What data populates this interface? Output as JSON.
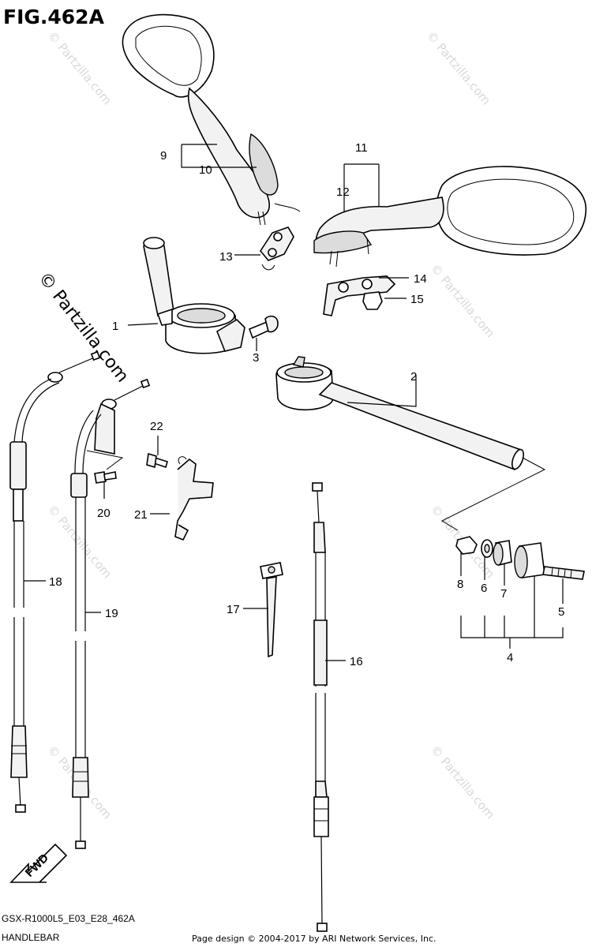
{
  "figure": {
    "title": "FIG.462A",
    "model_code": "GSX-R1000L5_E03_E28_462A",
    "section_name": "HANDLEBAR",
    "credit": "Page design © 2004-2017 by ARI Network Services, Inc.",
    "fwd_label": "FWD"
  },
  "watermark": {
    "main": "© Partzilla.com",
    "tile": "© Partzilla.com"
  },
  "callouts": [
    "1",
    "2",
    "3",
    "4",
    "5",
    "6",
    "7",
    "8",
    "9",
    "10",
    "11",
    "12",
    "13",
    "14",
    "15",
    "16",
    "17",
    "18",
    "19",
    "20",
    "21",
    "22"
  ]
}
